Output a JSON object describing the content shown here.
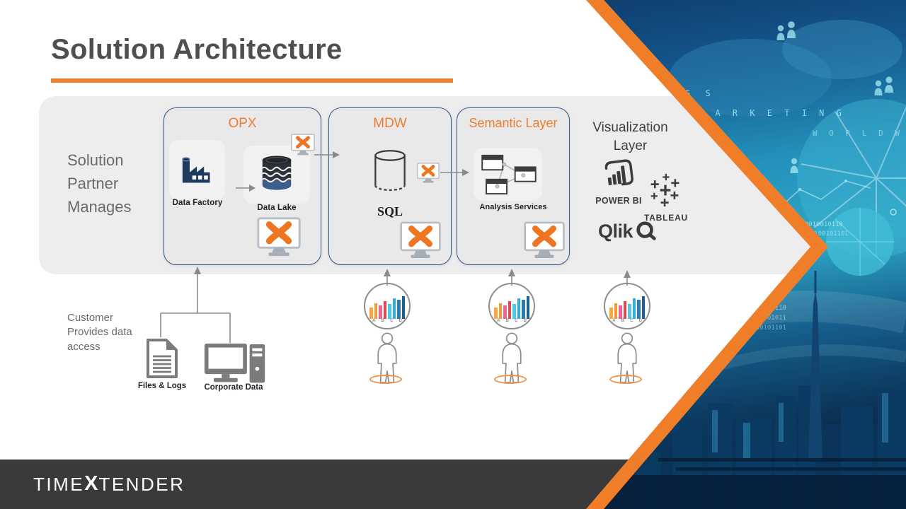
{
  "title": "Solution Architecture",
  "panel": {
    "left_label": "Solution Partner Manages",
    "boxes": [
      {
        "title": "OPX",
        "items": [
          "Data Factory",
          "Data Lake"
        ]
      },
      {
        "title": "MDW",
        "items": [
          "SQL"
        ]
      },
      {
        "title": "Semantic Layer",
        "items": [
          "Analysis Services"
        ]
      }
    ]
  },
  "viz": {
    "title": "Visualization Layer",
    "tools": [
      "POWER BI",
      "TABLEAU",
      "Qlik"
    ]
  },
  "customer": {
    "label": "Customer Provides data access",
    "sources": [
      "Files & Logs",
      "Corporate Data"
    ]
  },
  "footer": {
    "brand_t1": "TIME",
    "brand_x": "X",
    "brand_t2": "TENDER"
  },
  "mini_chart": {
    "type": "bar",
    "categories": [
      "A",
      "B",
      "C",
      "D"
    ],
    "bars": [
      {
        "h": 45,
        "c": "#F9A83C"
      },
      {
        "h": 62,
        "c": "#F79A33"
      },
      {
        "h": 52,
        "c": "#EF6397"
      },
      {
        "h": 70,
        "c": "#DD4B50"
      },
      {
        "h": 58,
        "c": "#52C5E8"
      },
      {
        "h": 80,
        "c": "#2FB0DE"
      },
      {
        "h": 74,
        "c": "#2E7DB0"
      },
      {
        "h": 88,
        "c": "#1D5F93"
      }
    ]
  },
  "bg": {
    "word_business": "S S",
    "word_marketing": "M A R K E T I N G",
    "word_worldwide": "W O R L D W I D E",
    "bin1": "0101101010010010110",
    "bin2": "1010010110100101101",
    "bin3": "0110100101101001011"
  },
  "colors": {
    "accent_orange": "#F07D28",
    "box_title_orange": "#ED7D31",
    "icon_navy": "#1F3A5F",
    "box_border_blue": "#35538A",
    "footer_bg": "#3A3A3C"
  }
}
